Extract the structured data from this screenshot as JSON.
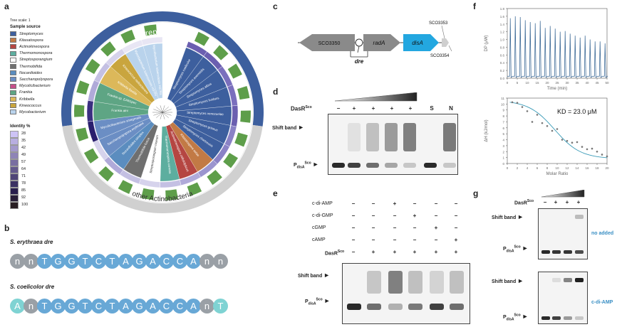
{
  "panels": {
    "a": "a",
    "b": "b",
    "c": "c",
    "d": "d",
    "e": "e",
    "f": "f",
    "g": "g"
  },
  "panel_a": {
    "tree_scale": "Tree scale: 1",
    "legend_title": "Sample source",
    "legend": [
      {
        "label": "Streptomyces",
        "color": "#3d5f9e"
      },
      {
        "label": "Kitasatospora",
        "color": "#c27a45"
      },
      {
        "label": "Actinokineospora",
        "color": "#b54642"
      },
      {
        "label": "Thermomonospora",
        "color": "#5dae9f"
      },
      {
        "label": "Streptosporangium",
        "color": "#ffffff"
      },
      {
        "label": "Thermobifida",
        "color": "#6f6f6f"
      },
      {
        "label": "Nocardioides",
        "color": "#5b8dbf"
      },
      {
        "label": "Saccharopolyspora",
        "color": "#6b8ec4"
      },
      {
        "label": "Mycolicibacterium",
        "color": "#c64f8a"
      },
      {
        "label": "Frankia",
        "color": "#5ea584"
      },
      {
        "label": "Kribbella",
        "color": "#dcb85a"
      },
      {
        "label": "Kineococcus",
        "color": "#c9a53e"
      },
      {
        "label": "Mycobacterium",
        "color": "#b9d3ec"
      }
    ],
    "identity_title": "Identity %",
    "identity_values": [
      "28",
      "35",
      "42",
      "49",
      "57",
      "64",
      "71",
      "78",
      "85",
      "92",
      "100"
    ],
    "outer_top": "Streptomyces",
    "outer_bottom": "other Actinobacteria",
    "leaf_labels": [
      "Streptomyces coelicolor",
      "Streptomyces avermitilis",
      "Streptomyces albus",
      "Streptomyces lividans",
      "Streptomyces venezuelae",
      "Streptomyces griseus",
      "Streptomyces chartreusis",
      "Kitasatospora setae",
      "Actinokineospora cellulolyticus",
      "Thermomonospora curvata",
      "Streptosporangium roseum",
      "Thermobifida fusca",
      "Nocardioides simplex",
      "Saccharopolyspora erythraea",
      "Mycolicibacterium smegmatis",
      "Frankia alni",
      "Frankia sp. EAN1pec",
      "Kribbella flavida",
      "Kineococcus radiotolerans",
      "Mycobacterium tuberculosis H37Rv",
      "Mycobacterium tuberculosis H37Ra"
    ]
  },
  "panel_b": {
    "erythraea_title": "S. erythraea dre",
    "erythraea_seq": [
      "n",
      "n",
      "T",
      "G",
      "G",
      "T",
      "C",
      "T",
      "A",
      "G",
      "A",
      "C",
      "C",
      "A",
      "n",
      "n"
    ],
    "coelicolor_title": "S. coelicolor dre",
    "coelicolor_seq": [
      "A",
      "n",
      "T",
      "G",
      "G",
      "T",
      "C",
      "T",
      "A",
      "G",
      "A",
      "C",
      "C",
      "A",
      "n",
      "T"
    ]
  },
  "panel_c": {
    "genes": [
      "SCO3350",
      "radA",
      "disA",
      "SCO3353",
      "SCO3354"
    ],
    "site": "dre"
  },
  "panel_d": {
    "protein_label": "DasR",
    "protein_sup": "Sco",
    "lanes": [
      "−",
      "+",
      "+",
      "+",
      "+",
      "S",
      "N"
    ],
    "shift_band": "Shift band",
    "probe": "P",
    "probe_sub": "disA",
    "probe_sup": "Sco"
  },
  "panel_e": {
    "rows": [
      {
        "label": "c-di-AMP",
        "marks": [
          "−",
          "−",
          "+",
          "−",
          "−",
          "−"
        ]
      },
      {
        "label": "c-di-GMP",
        "marks": [
          "−",
          "−",
          "−",
          "+",
          "−",
          "−"
        ]
      },
      {
        "label": "cGMP",
        "marks": [
          "−",
          "−",
          "−",
          "−",
          "+",
          "−"
        ]
      },
      {
        "label": "cAMP",
        "marks": [
          "−",
          "−",
          "−",
          "−",
          "−",
          "+"
        ]
      },
      {
        "label": "DasR",
        "marks": [
          "−",
          "+",
          "+",
          "+",
          "+",
          "+"
        ]
      }
    ],
    "shift_band": "Shift band",
    "probe": "P",
    "probe_sub": "disA",
    "probe_sup": "Sco",
    "sup": "Sco"
  },
  "panel_f": {
    "itc_ylabel": "DP (μW)",
    "itc_xlabel": "Time (min)",
    "itc_yticks": [
      "1.8",
      "1.6",
      "1.4",
      "1.2",
      "1.0",
      "0.8",
      "0.6",
      "0.4",
      "0.2",
      "0.0"
    ],
    "itc_xticks": [
      "0",
      "5",
      "10",
      "15",
      "20",
      "25",
      "30",
      "35",
      "40",
      "45",
      "50"
    ],
    "fit_ylabel": "ΔH (kJ/mol)",
    "fit_xlabel": "Molar Ratio",
    "fit_yticks": [
      "11",
      "10",
      "9",
      "8",
      "7",
      "6",
      "5",
      "4",
      "3",
      "2",
      "1",
      "0"
    ],
    "fit_xticks": [
      "0",
      "2",
      "4",
      "6",
      "8",
      "10",
      "12",
      "14",
      "16",
      "18",
      "20"
    ],
    "kd": "KD = 23.0 μM"
  },
  "panel_g": {
    "protein_label": "DasR",
    "protein_sup": "Sco",
    "lanes": [
      "−",
      "+",
      "+",
      "+"
    ],
    "top_note": "no added",
    "bottom_note": "c-di-AMP",
    "shift_band": "Shift band",
    "probe": "P",
    "probe_sub": "disA",
    "probe_sup": "Sco"
  },
  "colors": {
    "accent": "#3a8fc4",
    "disA": "#23a7e0"
  },
  "chart_data": [
    {
      "type": "line",
      "panel": "f-top",
      "title": "",
      "xlabel": "Time (min)",
      "ylabel": "DP (μW)",
      "xlim": [
        0,
        50
      ],
      "ylim": [
        0,
        1.8
      ],
      "series": [
        {
          "x": [
            1.5,
            4,
            6.5,
            9,
            11.5,
            14,
            16.5,
            19,
            21.5,
            24,
            26.5,
            29,
            31.5,
            34,
            36.5,
            39,
            41.5,
            44,
            46.5,
            49
          ],
          "values": [
            1.55,
            1.6,
            1.58,
            1.5,
            1.45,
            1.42,
            1.48,
            1.3,
            1.35,
            1.28,
            1.2,
            1.22,
            1.15,
            1.1,
            1.05,
            1.1,
            1.0,
            0.95,
            0.95,
            0.9
          ]
        }
      ]
    },
    {
      "type": "scatter",
      "panel": "f-bottom",
      "title": "",
      "xlabel": "Molar Ratio",
      "ylabel": "ΔH (kJ/mol)",
      "xlim": [
        0,
        20
      ],
      "ylim": [
        0,
        11
      ],
      "series": [
        {
          "x": [
            1,
            2,
            3,
            4,
            5,
            6,
            7,
            8,
            9,
            10,
            11,
            12,
            13,
            14,
            15,
            16,
            17,
            18,
            19,
            20
          ],
          "values": [
            10.3,
            10.2,
            9.5,
            8.8,
            7.0,
            8.2,
            6.8,
            6.3,
            5.5,
            5.8,
            4.0,
            3.8,
            3.5,
            3.6,
            2.8,
            2.4,
            2.5,
            2.0,
            1.5,
            1.2
          ]
        }
      ]
    }
  ]
}
